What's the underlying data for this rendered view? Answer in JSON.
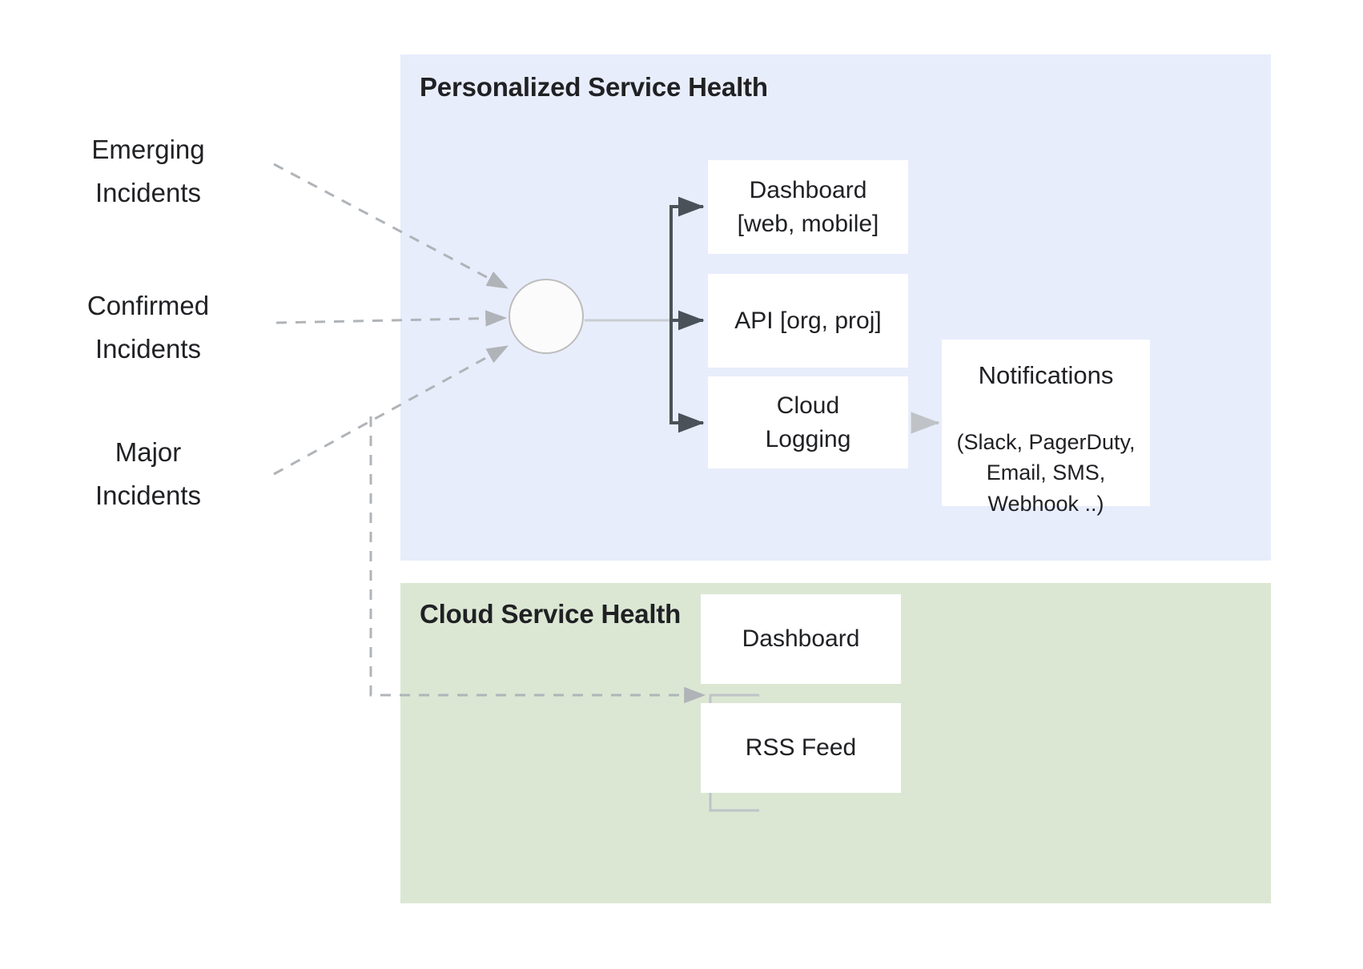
{
  "diagram": {
    "title_personalized": "Personalized Service Health",
    "title_cloud": "Cloud Service Health",
    "sources": [
      {
        "id": "emerging",
        "label": "Emerging\nIncidents"
      },
      {
        "id": "confirmed",
        "label": "Confirmed\nIncidents"
      },
      {
        "id": "major",
        "label": "Major\nIncidents"
      }
    ],
    "personalized_nodes": [
      {
        "id": "dashboard-web",
        "label": "Dashboard\n[web, mobile]"
      },
      {
        "id": "api",
        "label": "API [org, proj]"
      },
      {
        "id": "cloud-logging",
        "label": "Cloud\nLogging"
      }
    ],
    "notifications": {
      "title": "Notifications",
      "detail": "(Slack, PagerDuty,\nEmail, SMS,\nWebhook ..)"
    },
    "cloud_nodes": [
      {
        "id": "dashboard",
        "label": "Dashboard"
      },
      {
        "id": "rss-feed",
        "label": "RSS Feed"
      }
    ],
    "hub": {
      "label": ""
    },
    "colors": {
      "personalized_panel": "#e8edfc",
      "cloud_panel": "#dbe7d3",
      "box_fill": "#ffffff",
      "text": "#202124",
      "solid_connector": "#4a5259",
      "dashed_connector": "#b0b4b8",
      "light_connector": "#c4c8cc",
      "hub_border": "#bdbdbd"
    }
  }
}
